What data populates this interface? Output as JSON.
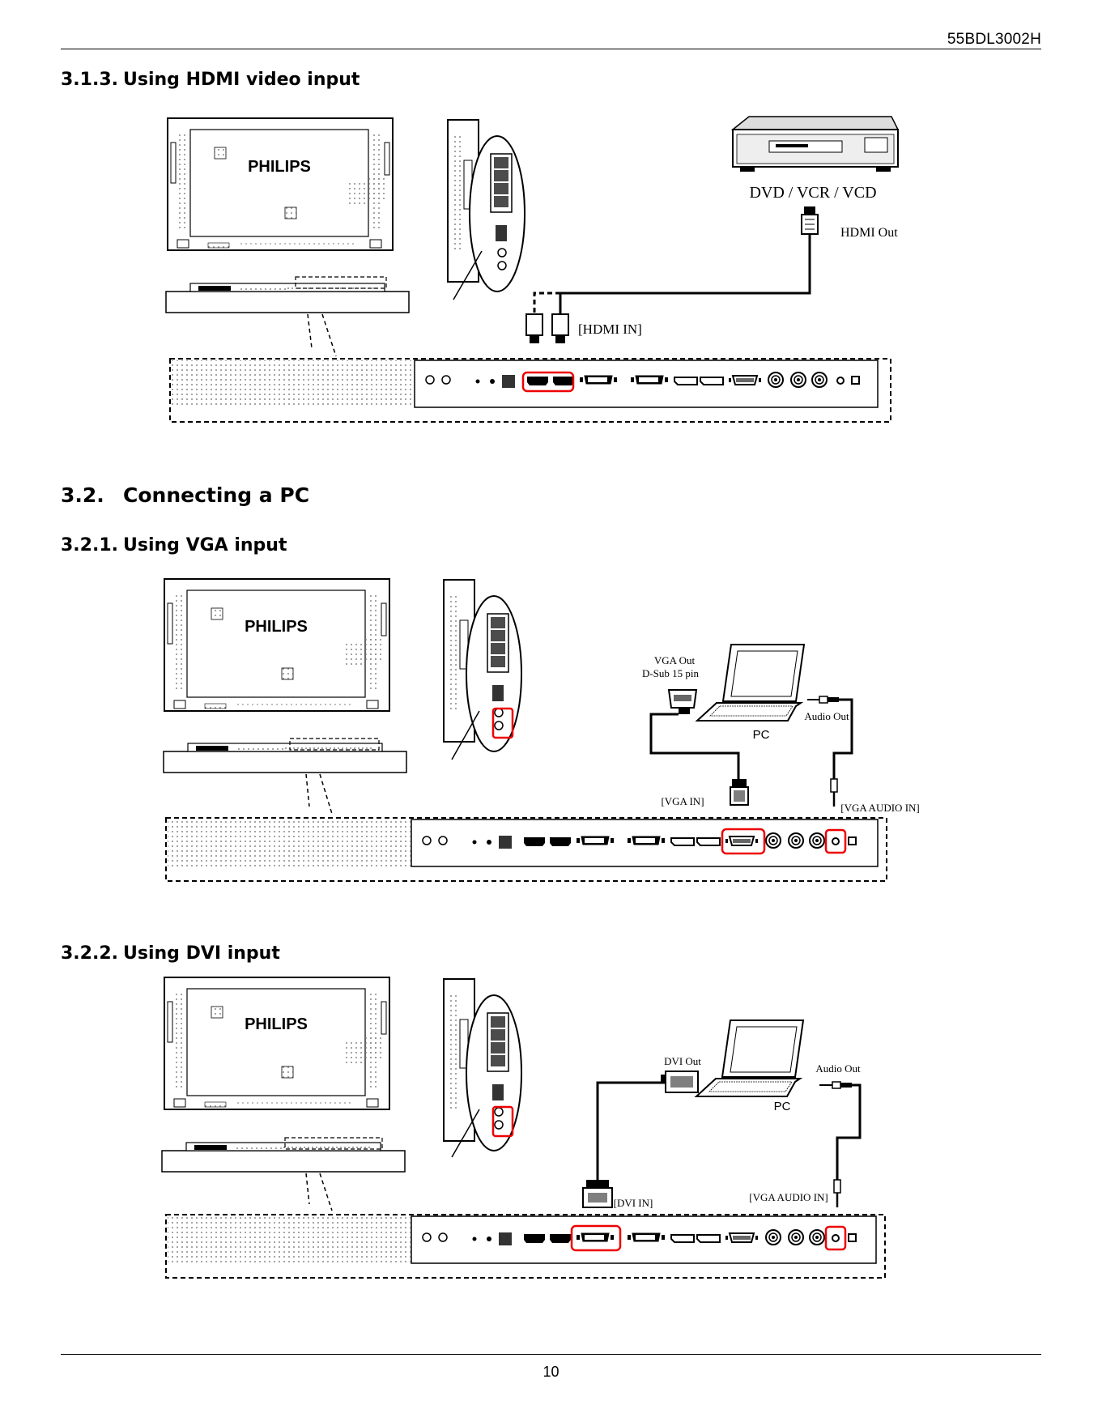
{
  "header": {
    "model": "55BDL3002H"
  },
  "sections": {
    "hdmi": {
      "number": "3.1.3.",
      "title": "Using HDMI video input"
    },
    "pc": {
      "number": "3.2.",
      "title": "Connecting a PC"
    },
    "vga": {
      "number": "3.2.1.",
      "title": "Using VGA input"
    },
    "dvi": {
      "number": "3.2.2.",
      "title": "Using DVI input"
    }
  },
  "brand": "PHILIPS",
  "diagram_hdmi": {
    "device_label": "DVD / VCR / VCD",
    "out_label": "HDMI Out",
    "in_label": "[HDMI IN]"
  },
  "diagram_vga": {
    "out_label_1": "VGA Out",
    "out_label_2": "D-Sub 15 pin",
    "pc_label": "PC",
    "audio_out_label": "Audio Out",
    "in_label": "[VGA IN]",
    "audio_in_label": "[VGA AUDIO IN]"
  },
  "diagram_dvi": {
    "out_label": "DVI Out",
    "pc_label": "PC",
    "audio_out_label": "Audio Out",
    "in_label": "[DVI IN]",
    "audio_in_label": "[VGA AUDIO IN]"
  },
  "footer": {
    "page_number": "10"
  }
}
